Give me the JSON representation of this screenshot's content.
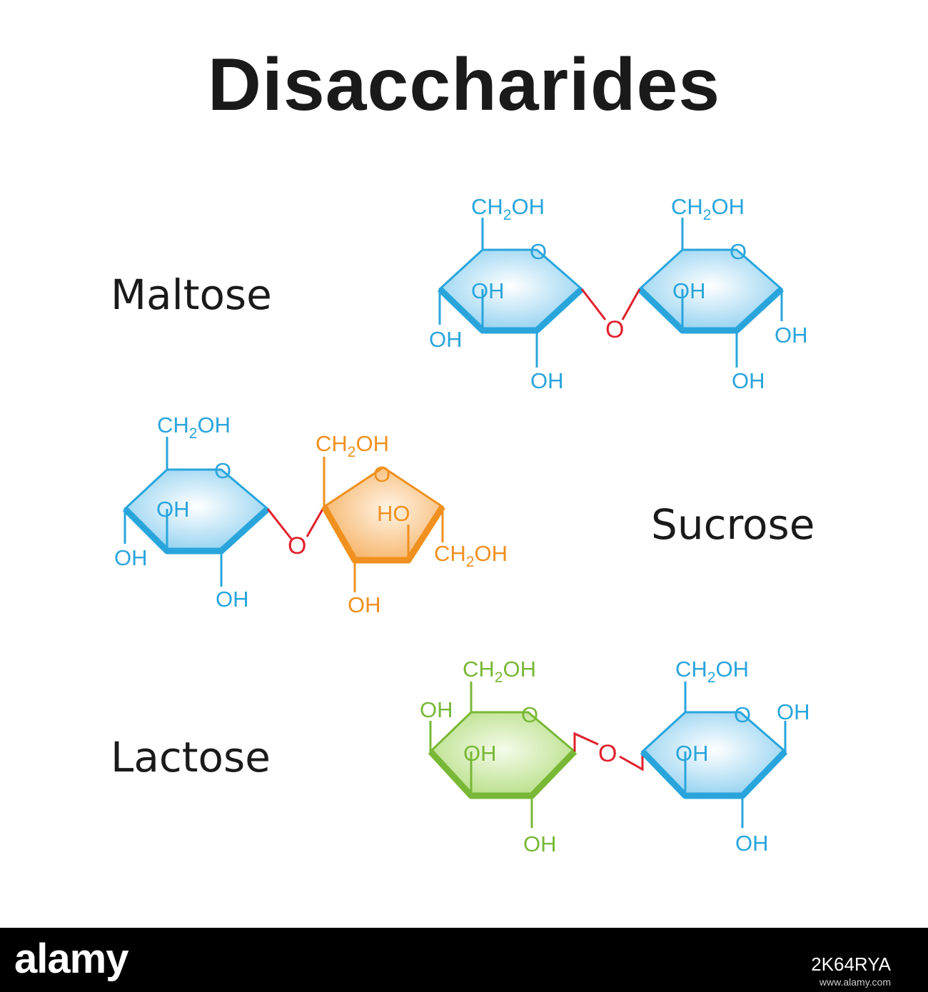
{
  "title": "Disaccharides",
  "labels": {
    "maltose": "Maltose",
    "sucrose": "Sucrose",
    "lactose": "Lactose"
  },
  "atoms": {
    "ch2oh_main": "CH",
    "ch2oh_sub": "2",
    "ch2oh_tail": "OH",
    "oh": "OH",
    "ho": "HO",
    "o": "O"
  },
  "colors": {
    "glucose": "#29a5dc",
    "fructose": "#f0901e",
    "galactose": "#79b837",
    "bond": "#e0202c",
    "text": "#1a1a1a"
  },
  "watermark": {
    "logo": "alamy",
    "image_id": "2K64RYA",
    "url": "www.alamy.com"
  }
}
